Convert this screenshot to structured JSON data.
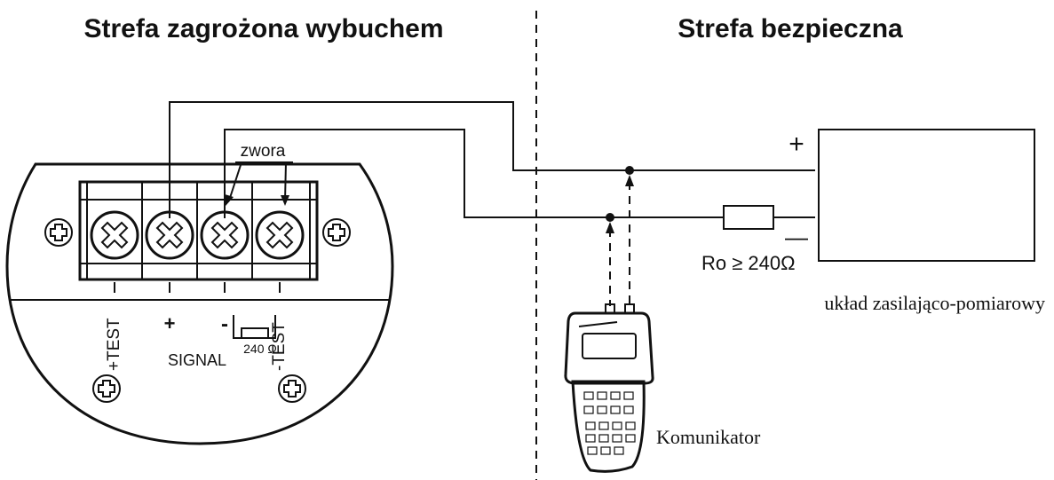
{
  "zones": {
    "hazardous": "Strefa zagrożona wybuchem",
    "safe": "Strefa bezpieczna"
  },
  "terminal_block": {
    "jumper_label": "zwora",
    "terminal_labels": [
      "+TEST",
      "+",
      "-",
      "-TEST"
    ],
    "signal_label": "SIGNAL",
    "internal_resistor": "240 Ω"
  },
  "power_unit": {
    "plus_sign": "+",
    "minus_sign": "—",
    "resistor_label": "Ro ≥ 240Ω",
    "caption": "układ zasilająco-pomiarowy"
  },
  "communicator": {
    "caption": "Komunikator"
  }
}
